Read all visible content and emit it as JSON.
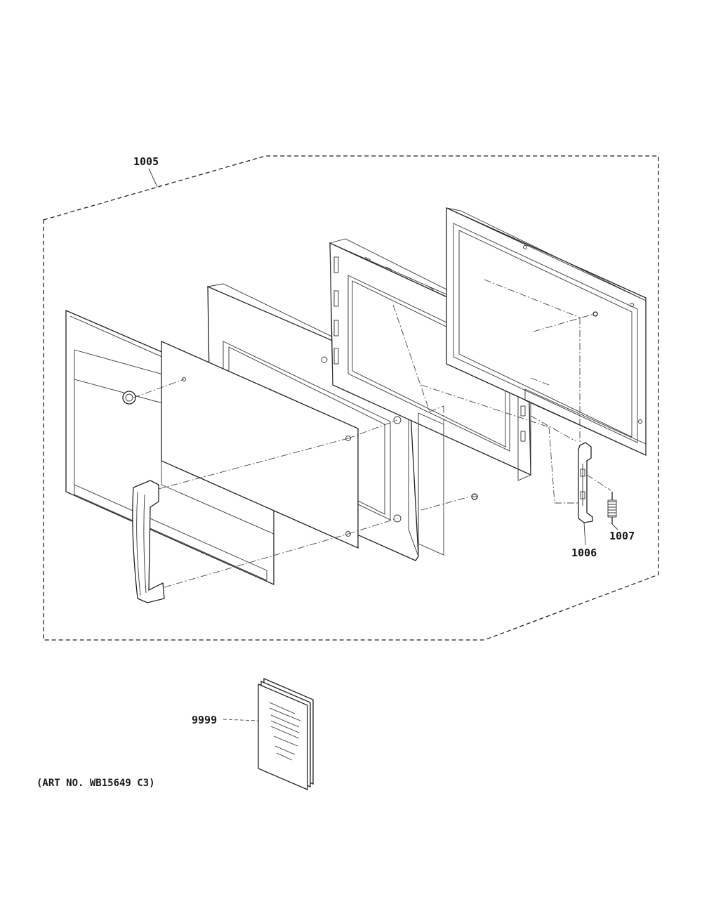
{
  "labels": {
    "door_assembly": "1005",
    "hinge": "1006",
    "spring": "1007",
    "manual": "9999"
  },
  "art_number": "(ART NO. WB15649 C3)"
}
